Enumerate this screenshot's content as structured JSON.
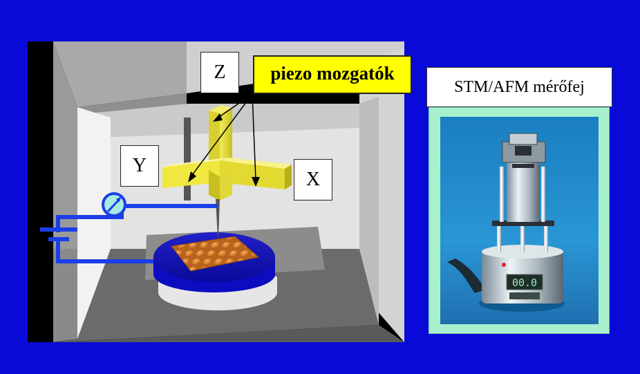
{
  "labels": {
    "z": "Z",
    "y": "Y",
    "x": "X",
    "callout": "piezo mozgatók",
    "photo_title": "STM/AFM mérőfej"
  },
  "display": {
    "digits": "00.0"
  },
  "colors": {
    "background": "#0a0ad8",
    "callout": "#ffff00",
    "piezo": "#e8e040",
    "photo_frame": "#a8f0cc",
    "circuit": "#1a3ee8",
    "meter": "#a8ece0"
  }
}
